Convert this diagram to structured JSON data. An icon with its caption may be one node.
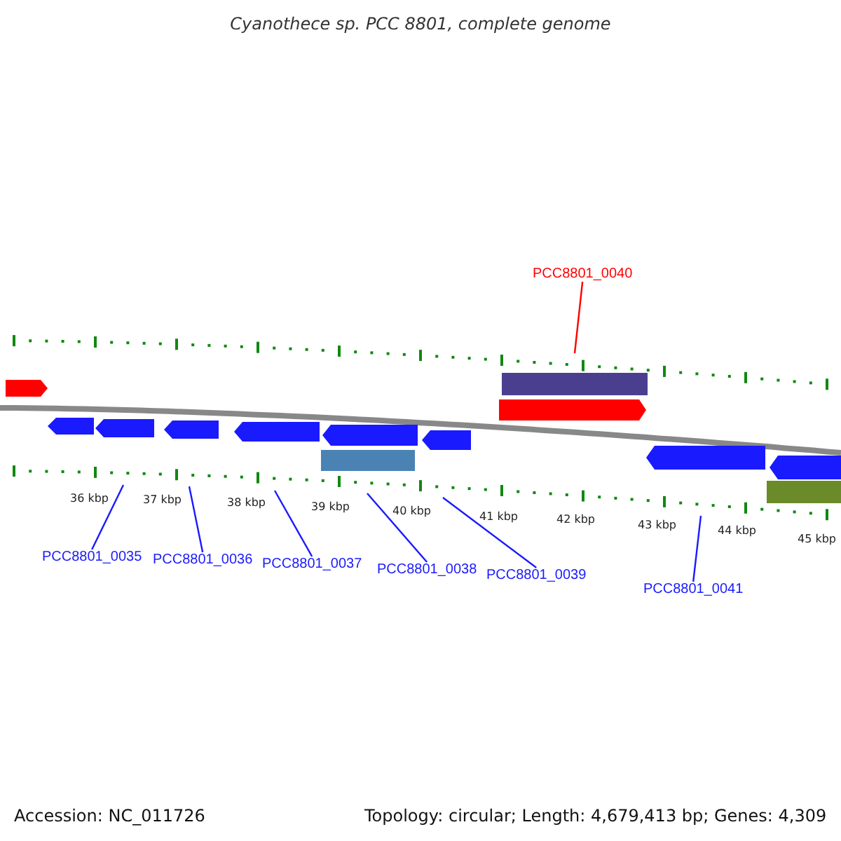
{
  "diagram": {
    "title": "Cyanothece sp. PCC 8801, complete genome",
    "nodes": [
      {
        "text": [
          "PCC8801_0040"
        ]
      },
      {
        "text": [
          "PCC8801_0035"
        ]
      },
      {
        "text": [
          "PCC8801_0036"
        ]
      },
      {
        "text": [
          "PCC8801_0037"
        ]
      },
      {
        "text": [
          "PCC8801_0038"
        ]
      },
      {
        "text": [
          "PCC8801_0039"
        ]
      },
      {
        "text": [
          "PCC8801_0041"
        ]
      }
    ],
    "edges": [
      {
        "from": 0,
        "to": null,
        "arrow": "none",
        "color": "#ff0000"
      },
      {
        "from": 1,
        "to": null,
        "arrow": "none"
      },
      {
        "from": 2,
        "to": null,
        "arrow": "none"
      },
      {
        "from": 3,
        "to": null,
        "arrow": "none"
      },
      {
        "from": 4,
        "to": null,
        "arrow": "none"
      },
      {
        "from": 5,
        "to": null,
        "arrow": "none"
      },
      {
        "from": 6,
        "to": null,
        "arrow": "none"
      }
    ],
    "labels": [
      "36 kbp",
      "37 kbp",
      "38 kbp",
      "39 kbp",
      "40 kbp",
      "41 kbp",
      "42 kbp",
      "43 kbp",
      "44 kbp",
      "45 kbp",
      "Accession: NC_011726",
      "Topology: circular; Length: 4,679,413 bp; Genes: 4,309"
    ]
  }
}
